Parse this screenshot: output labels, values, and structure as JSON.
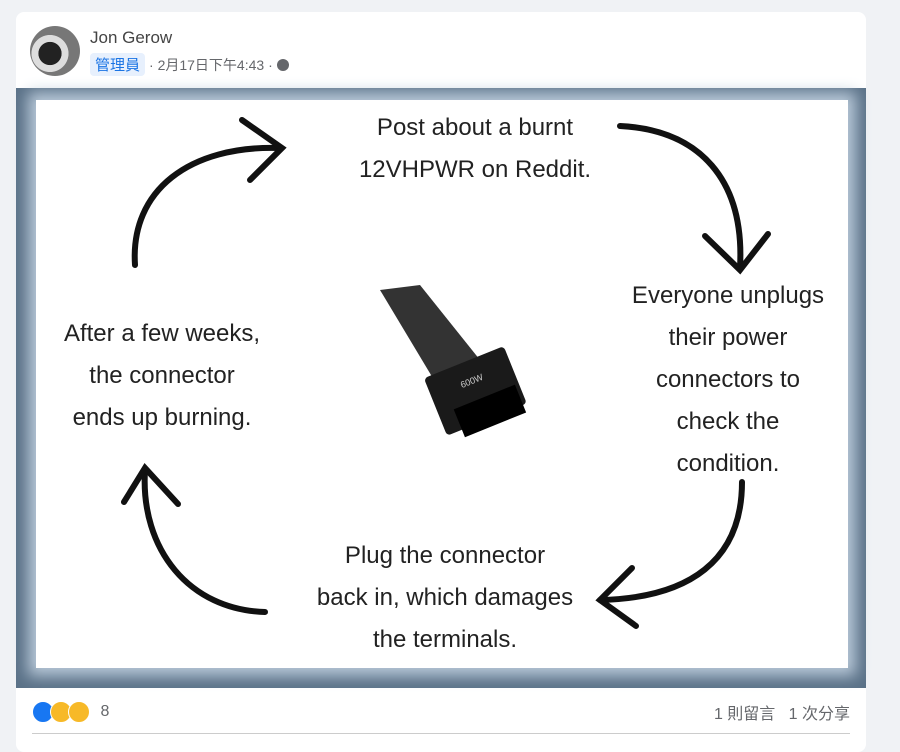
{
  "post": {
    "author": "Jon Gerow",
    "role_badge": "管理員",
    "timestamp": "· 2月17日下午4:43 ·",
    "privacy_icon": "globe-icon"
  },
  "image": {
    "step_top": [
      "Post about a burnt",
      "12VHPWR on Reddit."
    ],
    "step_right": [
      "Everyone unplugs",
      "their power",
      "connectors to",
      "check the",
      "condition."
    ],
    "step_bottom": [
      "Plug the connector",
      "back in, which damages",
      "the terminals."
    ],
    "step_left": [
      "After a few weeks,",
      "the connector",
      "ends up burning."
    ],
    "connector_label": "600W"
  },
  "footer": {
    "reactions": [
      "like",
      "haha",
      "wow"
    ],
    "reaction_count": "8",
    "comments": "1 則留言",
    "shares": "1 次分享"
  },
  "colors": {
    "like": "#1877f2",
    "emoji": "#f7b928",
    "badge": "#1b74e4"
  }
}
